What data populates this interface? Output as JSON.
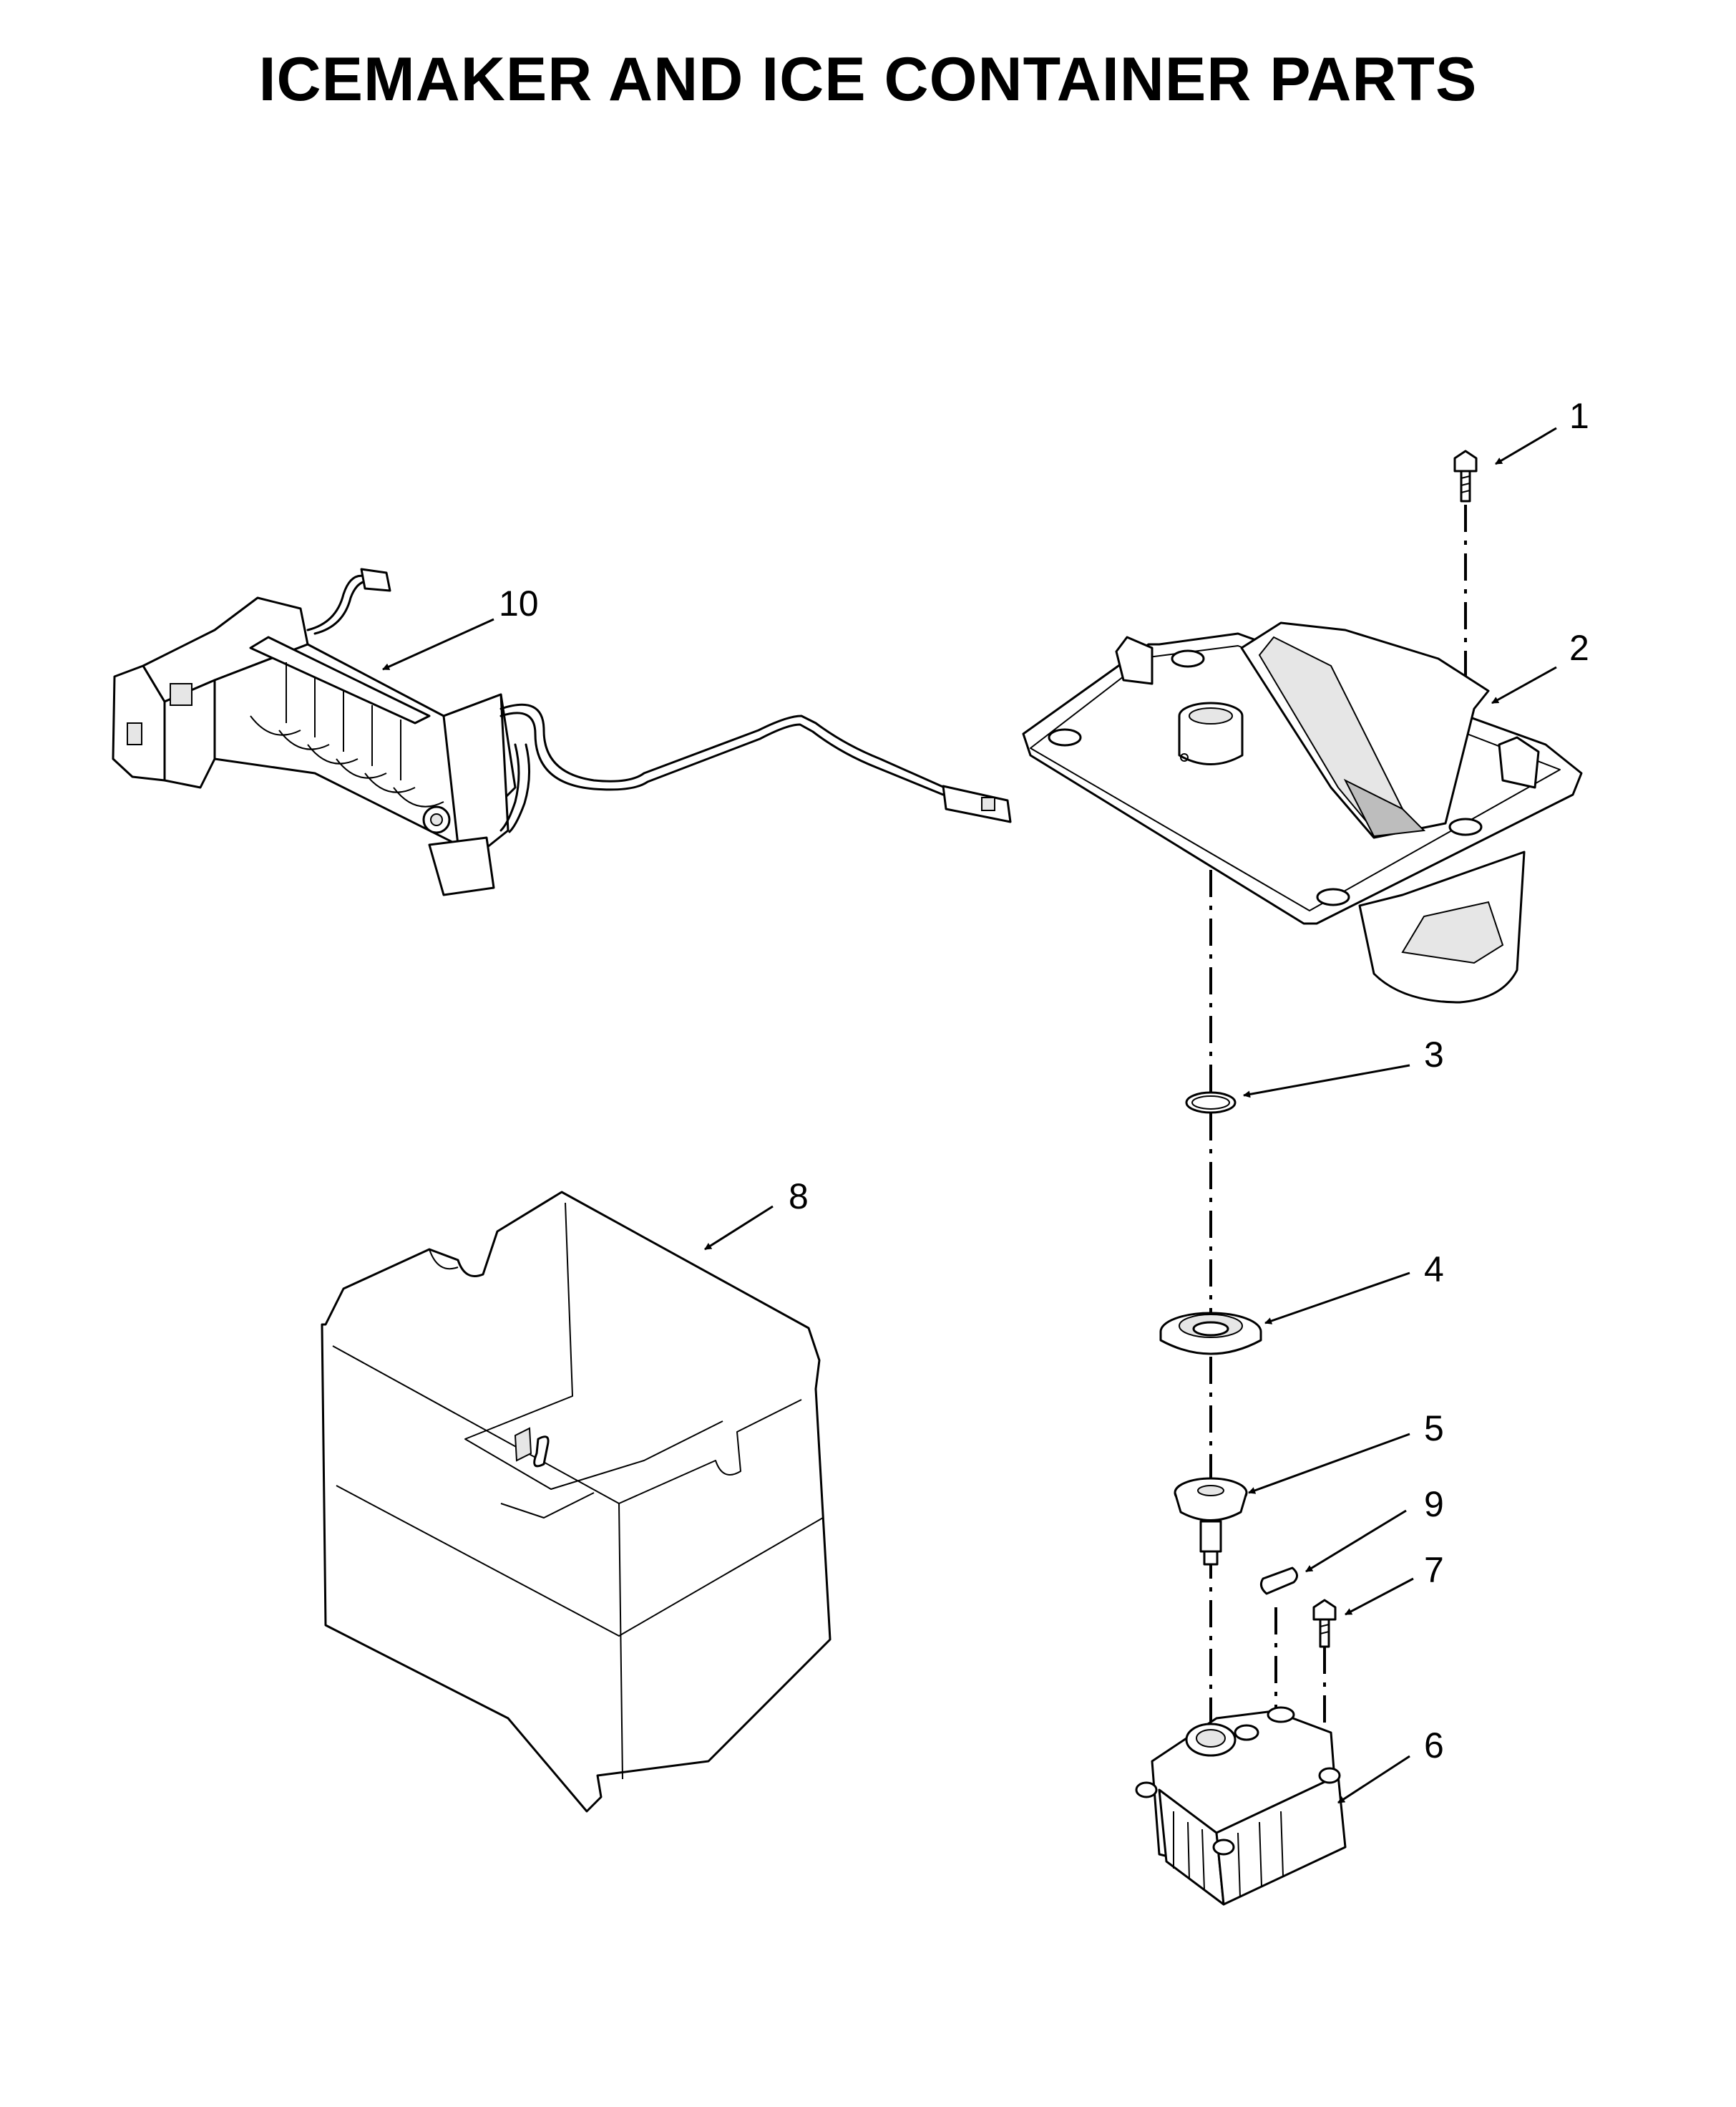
{
  "title": "ICEMAKER AND ICE CONTAINER PARTS",
  "callouts": [
    {
      "key": "1",
      "part": "screw-top"
    },
    {
      "key": "2",
      "part": "ice-bin-housing"
    },
    {
      "key": "3",
      "part": "o-ring"
    },
    {
      "key": "4",
      "part": "bushing"
    },
    {
      "key": "5",
      "part": "coupler"
    },
    {
      "key": "6",
      "part": "auger-motor"
    },
    {
      "key": "7",
      "part": "screw-motor"
    },
    {
      "key": "8",
      "part": "ice-container"
    },
    {
      "key": "9",
      "part": "pad"
    },
    {
      "key": "10",
      "part": "icemaker-assembly"
    }
  ]
}
